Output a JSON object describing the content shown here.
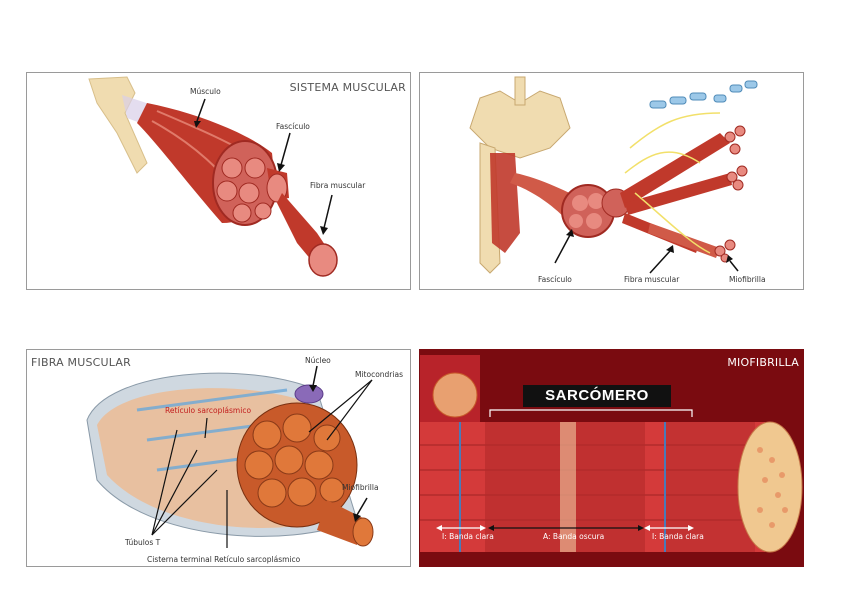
{
  "panel1": {
    "title": "SISTEMA MUSCULAR",
    "labels": {
      "musculo": "Músculo",
      "fasciculo": "Fascículo",
      "fibra": "Fibra muscular"
    }
  },
  "panel2": {
    "labels": {
      "fasciculo": "Fascículo",
      "fibra": "Fibra muscular",
      "miofibrilla": "Miofibrilla"
    }
  },
  "panel3": {
    "title": "FIBRA MUSCULAR",
    "labels": {
      "nucleo": "Núcleo",
      "mitocondrias": "Mitocondrias",
      "reticulo": "Retículo sarcoplásmico",
      "miofibrilla": "Miofibrilla",
      "tubulos": "Túbulos T",
      "cisterna": "Cisterna terminal Retículo sarcoplásmico"
    }
  },
  "panel4": {
    "title": "MIOFIBRILLA",
    "sarcomero": "SARCÓMERO",
    "labels": {
      "banda_clara_izq": "I: Banda clara",
      "banda_oscura": "A: Banda oscura",
      "banda_clara_der": "I: Banda clara"
    }
  },
  "colors": {
    "muscle": "#c0392b",
    "muscle_light": "#e07a6a",
    "bone": "#f0dcb0",
    "nerve": "#f2e06a",
    "panel4_bg": "#7a0b10"
  }
}
